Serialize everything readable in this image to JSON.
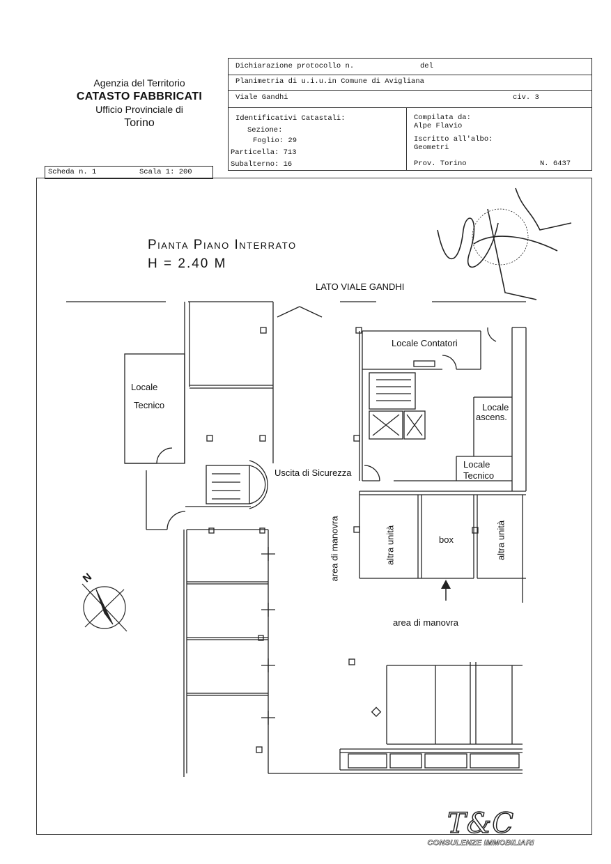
{
  "agency": {
    "line1": "Agenzia del Territorio",
    "line2": "CATASTO FABBRICATI",
    "line3": "Ufficio Provinciale di",
    "line4": "Torino"
  },
  "header": {
    "dichiarazione": "Dichiarazione protocollo n.",
    "del": "del",
    "planimetria": "Planimetria di u.i.u.in Comune di Avigliana",
    "address": "Viale Gandhi",
    "civico": "civ. 3",
    "identificativi": "Identificativi Catastali:",
    "sezione": "Sezione:",
    "foglio": "Foglio: 29",
    "particella": "Particella: 713",
    "subalterno": "Subalterno: 16",
    "compilata": "Compilata da:",
    "compilatore": "Alpe Flavio",
    "iscritto": "Iscritto all'albo:",
    "albo": "Geometri",
    "prov": "Prov. Torino",
    "numero": "N. 6437"
  },
  "scheda": {
    "label": "Scheda n. 1",
    "scala": "Scala 1: 200"
  },
  "plan": {
    "title": "Pianta Piano Interrato",
    "height": "H = 2.40 M",
    "street": "LATO VIALE GANDHI",
    "locale_contatori": "Locale Contatori",
    "locale": "Locale",
    "tecnico": "Tecnico",
    "locale2": "Locale",
    "ascens": "ascens.",
    "locale3": "Locale",
    "tecnico3": "Tecnico",
    "uscita": "Uscita di Sicurezza",
    "manovra_v": "area di manovra",
    "altra1": "altra unità",
    "box": "box",
    "altra2": "altra unità",
    "manovra_h": "area di manovra",
    "north": "N"
  },
  "logo": {
    "mark": "T&C",
    "subtitle": "CONSULENZE IMMOBILIARI"
  },
  "colors": {
    "ink": "#222222",
    "paper": "#ffffff"
  }
}
